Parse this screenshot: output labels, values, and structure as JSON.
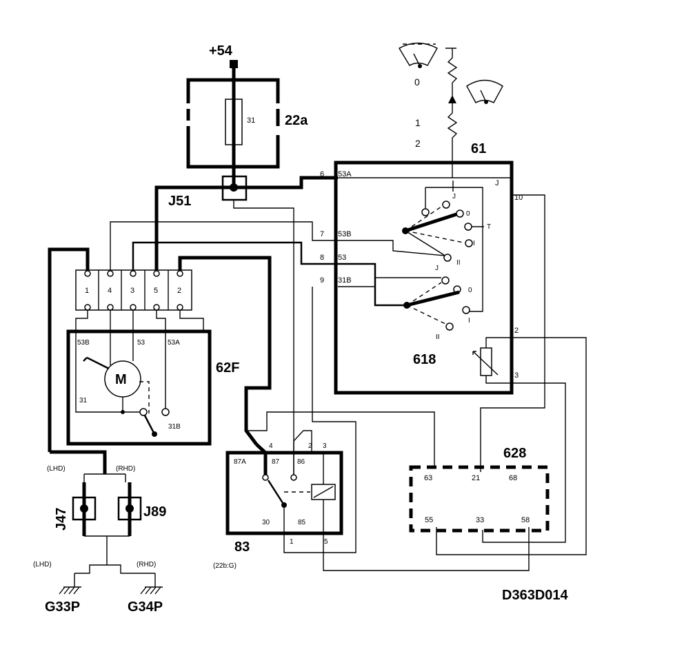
{
  "labels": {
    "supply": "+54",
    "fuse_box": "22a",
    "fuse_no": "31",
    "junction": "J51",
    "switch_unit": "61",
    "switch_sub": "618",
    "motor_unit": "62F",
    "motor": "M",
    "relay": "83",
    "relay_ref": "(22b:G)",
    "module": "628",
    "diagram_code": "D363D014",
    "j47": "J47",
    "j89": "J89",
    "g33p": "G33P",
    "g34p": "G34P",
    "lhd": "(LHD)",
    "rhd": "(RHD)",
    "gauge_0": "0",
    "gauge_1": "1",
    "gauge_2": "2"
  },
  "connector_block": [
    "1",
    "4",
    "3",
    "5",
    "2"
  ],
  "motor_terms": {
    "t53b": "53B",
    "t53": "53",
    "t53a": "53A",
    "t31": "31",
    "t31b": "31B"
  },
  "switch_terms": {
    "w6": "6",
    "t53a": "53A",
    "w7": "7",
    "t53b": "53B",
    "w8": "8",
    "t53": "53",
    "w9": "9",
    "t31b": "31B",
    "J": "J",
    "w10": "10",
    "w2": "2",
    "w3": "3",
    "p0": "0",
    "pT": "T",
    "pI": "I",
    "pII": "II",
    "pJ": "J"
  },
  "relay_terms": {
    "t87a": "87A",
    "t87": "87",
    "t86": "86",
    "t30": "30",
    "t85": "85",
    "w4": "4",
    "w2": "2",
    "w3": "3",
    "w1": "1",
    "w5": "5"
  },
  "module_terms": {
    "t63": "63",
    "t21": "21",
    "t68": "68",
    "t55": "55",
    "t33": "33",
    "t58": "58"
  }
}
